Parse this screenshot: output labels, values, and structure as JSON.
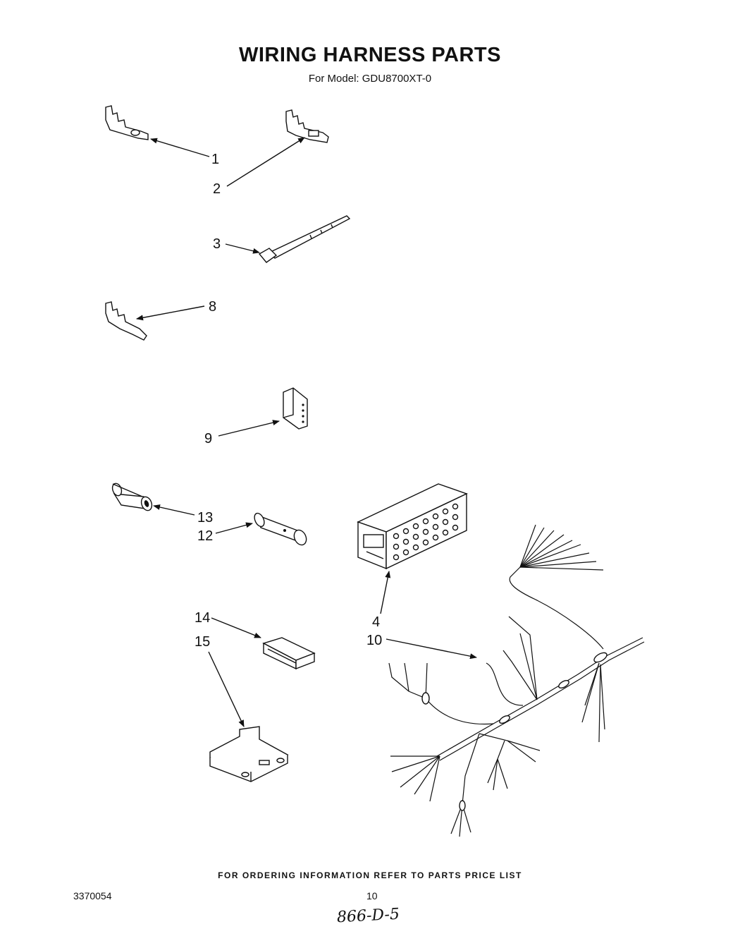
{
  "header": {
    "title": "WIRING HARNESS PARTS",
    "subtitle": "For Model: GDU8700XT-0"
  },
  "callouts": [
    {
      "key": "c1",
      "label": "1"
    },
    {
      "key": "c2",
      "label": "2"
    },
    {
      "key": "c3",
      "label": "3"
    },
    {
      "key": "c8",
      "label": "8"
    },
    {
      "key": "c9",
      "label": "9"
    },
    {
      "key": "c13",
      "label": "13"
    },
    {
      "key": "c12",
      "label": "12"
    },
    {
      "key": "c4",
      "label": "4"
    },
    {
      "key": "c10",
      "label": "10"
    },
    {
      "key": "c14",
      "label": "14"
    },
    {
      "key": "c15",
      "label": "15"
    }
  ],
  "footer": {
    "ordering_note": "FOR ORDERING INFORMATION REFER TO PARTS PRICE LIST",
    "doc_number": "3370054",
    "page_number": "10",
    "handwritten_note": "866-D-5"
  }
}
